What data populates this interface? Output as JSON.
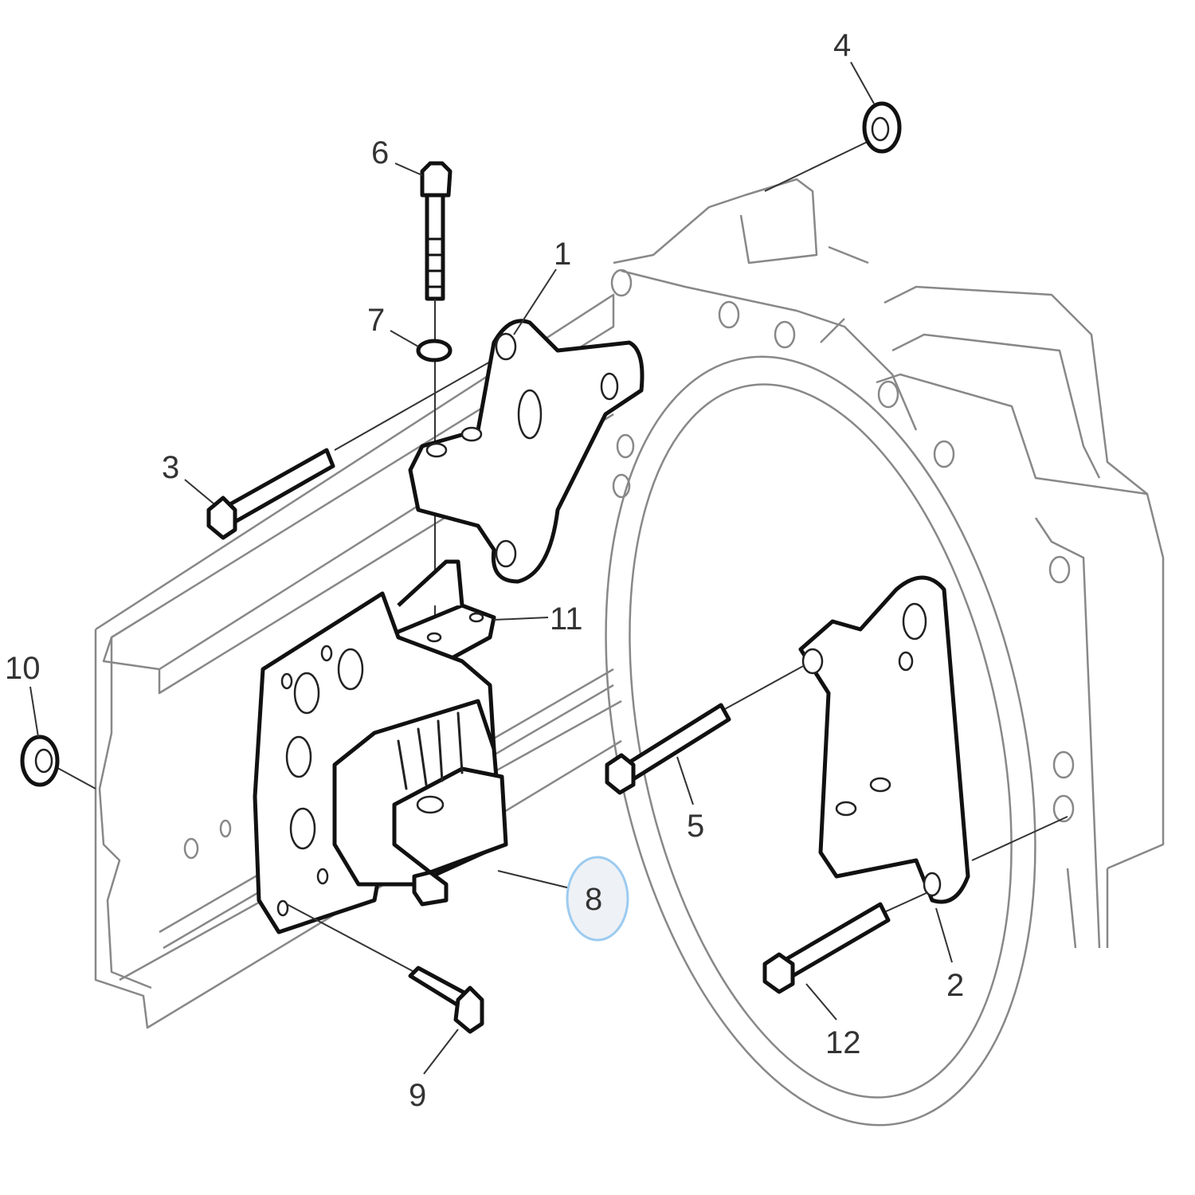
{
  "diagram": {
    "callouts": [
      "1",
      "2",
      "3",
      "4",
      "5",
      "6",
      "7",
      "8",
      "9",
      "10",
      "11",
      "12"
    ],
    "highlighted_callout": "8",
    "highlight_color": "#9ccbf0",
    "highlight_fill": "#eef1f5"
  }
}
